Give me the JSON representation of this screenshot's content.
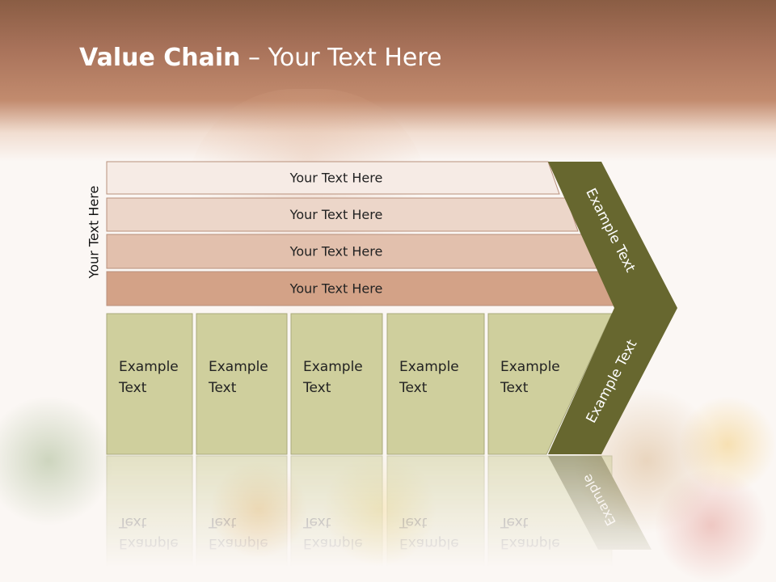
{
  "slide": {
    "title_bold": "Value Chain",
    "title_rest": " – Your Text Here",
    "side_label": "Your Text Here"
  },
  "support_bars": [
    {
      "label": "Your Text Here",
      "fill": "#f6ebe5"
    },
    {
      "label": "Your Text Here",
      "fill": "#ecd6c9"
    },
    {
      "label": "Your Text Here",
      "fill": "#e2c0ad"
    },
    {
      "label": "Your Text Here",
      "fill": "#d3a287"
    }
  ],
  "primary_boxes": [
    {
      "line1": "Example",
      "line2": "Text"
    },
    {
      "line1": "Example",
      "line2": "Text"
    },
    {
      "line1": "Example",
      "line2": "Text"
    },
    {
      "line1": "Example",
      "line2": "Text"
    },
    {
      "line1": "Example",
      "line2": "Text"
    }
  ],
  "chevron": {
    "upper_label": "Example Text",
    "lower_label": "Example Text",
    "reflection_label": "Example"
  },
  "colors": {
    "chevron": "#67672f",
    "box_fill": "#cfcf9d",
    "box_stroke": "#a9a97a",
    "bar_stroke": "#b8907c"
  }
}
